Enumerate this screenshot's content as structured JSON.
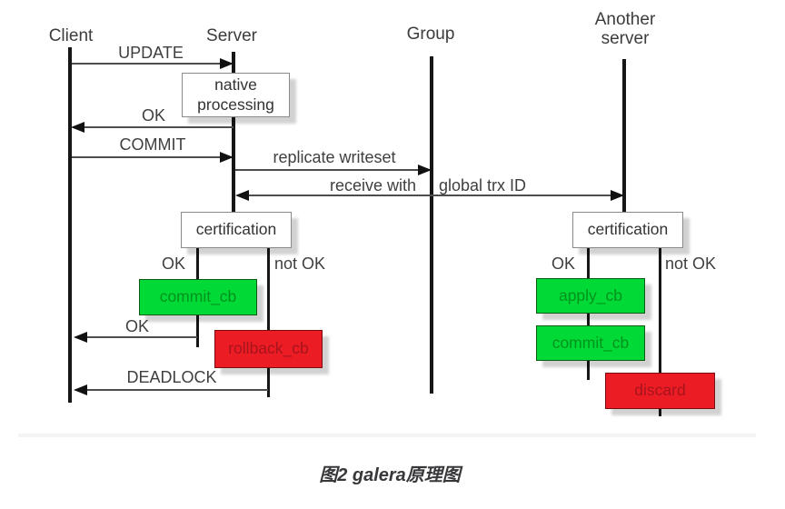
{
  "diagram": {
    "actors": {
      "client": "Client",
      "server": "Server",
      "group": "Group",
      "another_server_line1": "Another",
      "another_server_line2": "server"
    },
    "messages": {
      "update": "UPDATE",
      "ok_native": "OK",
      "commit": "COMMIT",
      "replicate_writeset": "replicate writeset",
      "receive_with": "receive with",
      "global_trx_id": "global trx ID",
      "ok_commit": "OK",
      "deadlock": "DEADLOCK"
    },
    "branches": {
      "server_ok": "OK",
      "server_not_ok": "not OK",
      "another_ok": "OK",
      "another_not_ok": "not OK"
    },
    "boxes": {
      "native_line1": "native",
      "native_line2": "processing",
      "certification_server": "certification",
      "certification_another": "certification",
      "commit_cb_server": "commit_cb",
      "rollback_cb": "rollback_cb",
      "apply_cb": "apply_cb",
      "commit_cb_another": "commit_cb",
      "discard": "discard"
    },
    "colors": {
      "success_fill": "#00d936",
      "success_text": "#00941c",
      "failure_fill": "#ec1c24",
      "failure_text": "#a8131c"
    }
  },
  "caption": "图2 galera原理图"
}
